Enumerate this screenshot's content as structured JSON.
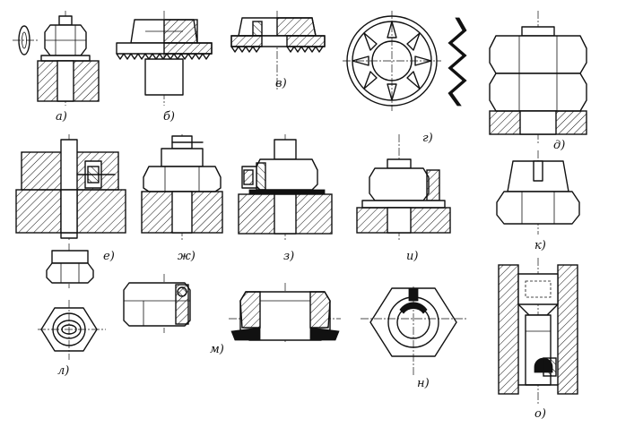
{
  "labels": {
    "a": "а)",
    "b": "б)",
    "v": "в)",
    "g": "г)",
    "d": "д)",
    "e": "е)",
    "zh": "ж)",
    "z": "з)",
    "i": "и)",
    "k": "к)",
    "l": "л)",
    "m": "м)",
    "n": "н)",
    "o": "о)"
  }
}
